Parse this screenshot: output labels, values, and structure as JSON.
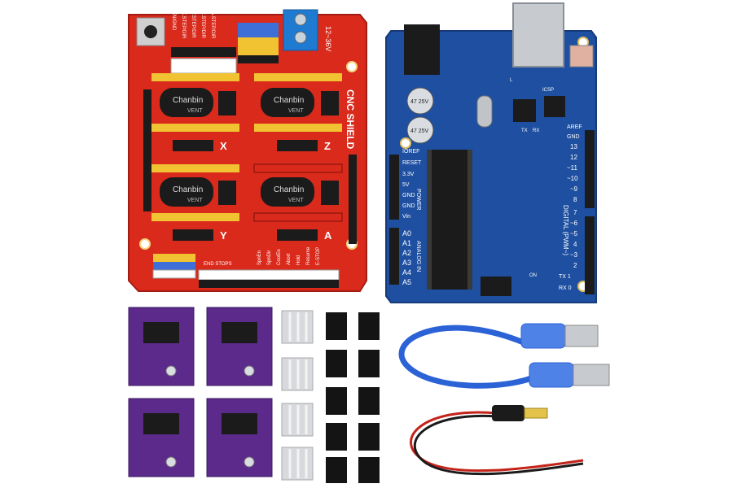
{
  "colors": {
    "cnc_shield": "#d92a1c",
    "cnc_shield_edge": "#a31c12",
    "uno_board": "#1e4fa0",
    "uno_board_edge": "#163a78",
    "driver_board": "#5b2a8a",
    "socket_yellow": "#f1c232",
    "socket_blue": "#3d6fd6",
    "header_black": "#1b1b1b",
    "terminal_blue": "#1f7ad1",
    "cable_blue": "#2b62d6",
    "heatsink": "#d7d9dc",
    "jumper": "#141414"
  },
  "cnc_shield": {
    "title": "CNC SHIELD",
    "axis_labels": [
      "X",
      "Y",
      "Z",
      "A"
    ],
    "pin_labels": [
      "EN/GND",
      "X.STEP/DIR",
      "Y.STEP/DIR",
      "Z.STEP/DIR",
      "A.STEP/DIR",
      "SpnEn",
      "SpnDir",
      "CoolEn",
      "Abort",
      "Hold",
      "Resume",
      "E-STOP",
      "END STOPS"
    ],
    "voltage_label": "12~36V",
    "capacitor_brand": "Chanbin",
    "capacitor_mark": "VENT"
  },
  "uno_board": {
    "left_labels": [
      "IOREF",
      "RESET",
      "3.3V",
      "5V",
      "GND",
      "GND",
      "Vin"
    ],
    "analog_labels": [
      "A0",
      "A1",
      "A2",
      "A3",
      "A4",
      "A5"
    ],
    "right_labels": [
      "AREF",
      "GND",
      "13",
      "12",
      "~11",
      "~10",
      "~9",
      "8",
      "7",
      "~6",
      "~5",
      "4",
      "~3",
      "2",
      "TX 1",
      "RX 0"
    ],
    "section_power": "POWER",
    "section_analog": "ANALOG IN",
    "section_digital": "DIGITAL (PWM~)",
    "cap_value": "47 25V",
    "small_labels": [
      "TX",
      "RX",
      "ICSP",
      "ON",
      "L"
    ]
  },
  "accessories": {
    "driver_count": 4,
    "heatsink_count": 4,
    "jumper_count": 10,
    "usb_cable_count": 1,
    "dc_cable_count": 1
  }
}
